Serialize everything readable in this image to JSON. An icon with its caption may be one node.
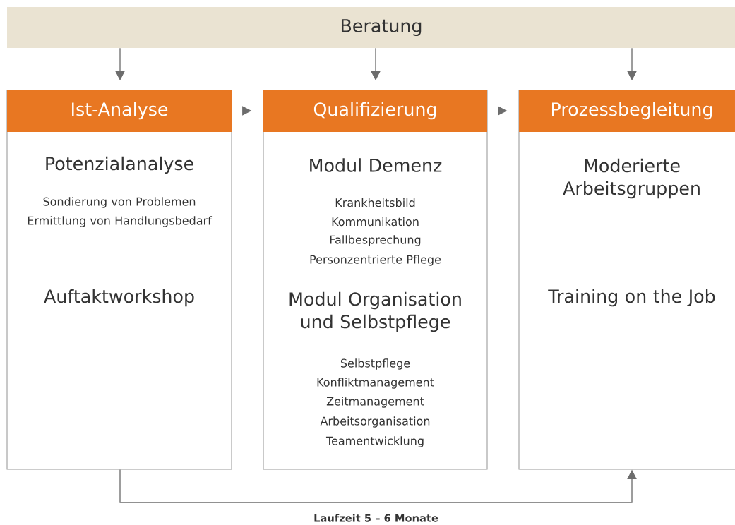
{
  "diagram": {
    "nodes": [
      {
        "text": [
          "Beratung"
        ]
      },
      {
        "text": [
          "Ist-Analyse",
          "Potenzialanalyse",
          "Sondierung von Problemen",
          "Ermittlung von Handlungsbedarf",
          "Auftaktworkshop"
        ]
      },
      {
        "text": [
          "Qualifizierung",
          "Modul Demenz",
          "Krankheitsbild",
          "Kommunikation",
          "Fallbesprechung",
          "Personzentrierte Pflege",
          "Modul Organisation und Selbstpflege",
          "Selbstpflege",
          "Konfliktmanagement",
          "Zeitmanagement",
          "Arbeitsorganisation",
          "Teamentwicklung"
        ]
      },
      {
        "text": [
          "Prozessbegleitung",
          "Moderierte Arbeitsgruppen",
          "Training on the Job"
        ]
      }
    ],
    "edges": [
      {
        "from": 0,
        "to": 1,
        "arrow": "to"
      },
      {
        "from": 0,
        "to": 2,
        "arrow": "to"
      },
      {
        "from": 0,
        "to": 3,
        "arrow": "to"
      },
      {
        "from": 1,
        "to": 2,
        "arrow": "to"
      },
      {
        "from": 2,
        "to": 3,
        "arrow": "to"
      },
      {
        "from": 1,
        "to": 3,
        "arrow": "to",
        "label": "Laufzeit 5 – 6 Monate"
      }
    ]
  }
}
